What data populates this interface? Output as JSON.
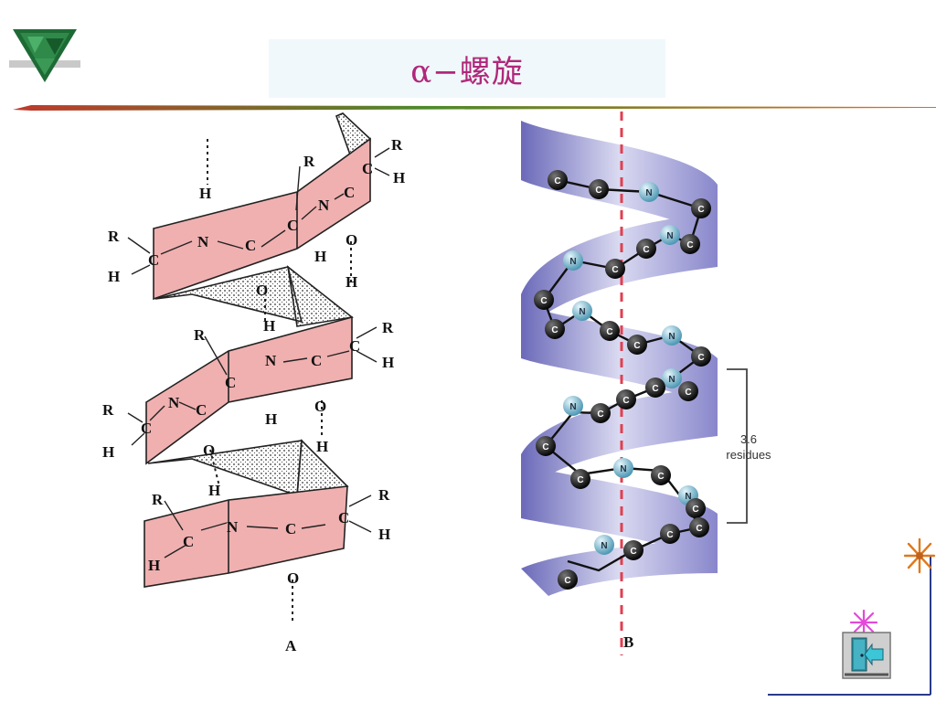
{
  "title": "α−螺旋",
  "figure_a": {
    "label": "A",
    "atoms": {
      "R": "R",
      "H": "H",
      "C": "C",
      "N": "N",
      "O": "O"
    }
  },
  "figure_b": {
    "label": "B",
    "residues_value": "3.6",
    "residues_unit": "residues",
    "node_c": "C",
    "node_n": "N"
  },
  "colors": {
    "title": "#b0287a",
    "ribbon_a": "#f0b0b0",
    "ribbon_b": "#9a9ad6",
    "axis_line": "#e04050",
    "node_c": "#111111",
    "node_n": "#6fb4c8"
  },
  "icons": {
    "logo": "green-triangle-logo-icon",
    "star_orange": "orange-starburst-icon",
    "star_pink": "pink-starburst-icon",
    "exit": "exit-door-arrow-icon"
  }
}
